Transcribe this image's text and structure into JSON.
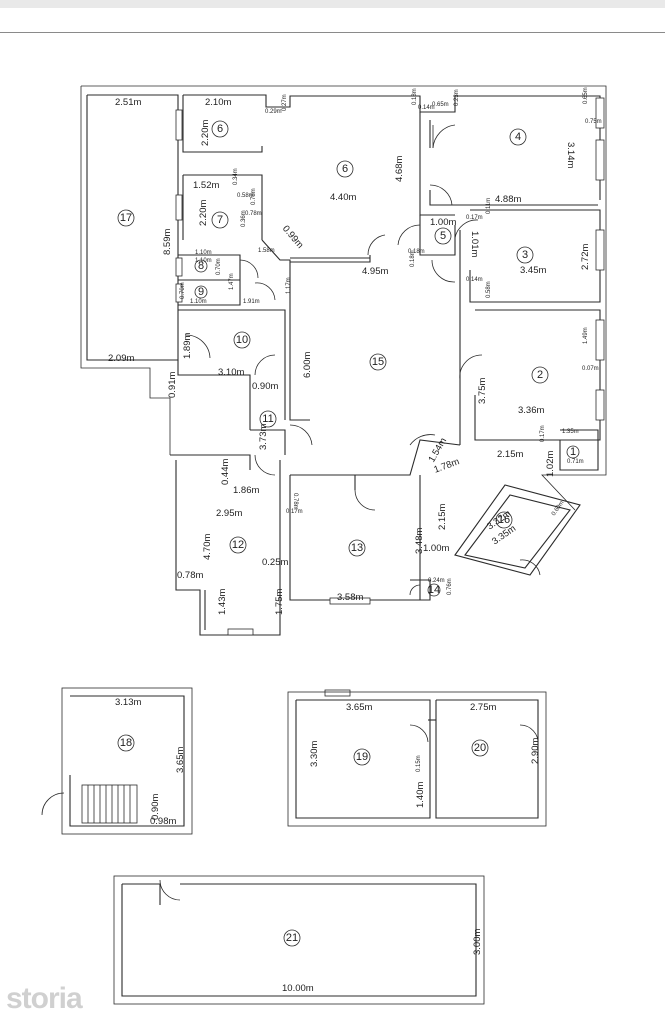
{
  "rooms": [
    {
      "id": "r1",
      "number": "1"
    },
    {
      "id": "r2",
      "number": "2"
    },
    {
      "id": "r3",
      "number": "3"
    },
    {
      "id": "r4",
      "number": "4"
    },
    {
      "id": "r5",
      "number": "5"
    },
    {
      "id": "r6a",
      "number": "6"
    },
    {
      "id": "r6b",
      "number": "6"
    },
    {
      "id": "r7",
      "number": "7"
    },
    {
      "id": "r8",
      "number": "8"
    },
    {
      "id": "r9",
      "number": "9"
    },
    {
      "id": "r10",
      "number": "10"
    },
    {
      "id": "r11",
      "number": "11"
    },
    {
      "id": "r12",
      "number": "12"
    },
    {
      "id": "r13",
      "number": "13"
    },
    {
      "id": "r14",
      "number": "14"
    },
    {
      "id": "r15",
      "number": "15"
    },
    {
      "id": "r16",
      "number": "16"
    },
    {
      "id": "r17",
      "number": "17"
    },
    {
      "id": "r18",
      "number": "18"
    },
    {
      "id": "r19",
      "number": "19"
    },
    {
      "id": "r20",
      "number": "20"
    },
    {
      "id": "r21",
      "number": "21"
    }
  ],
  "dimensions": [
    "2.51m",
    "2.10m",
    "0.29m",
    "0.27m",
    "0.18m",
    "0.14m",
    "0.65m",
    "0.23m",
    "0.65m",
    "0.75m",
    "3.14m",
    "2.20m",
    "1.52m",
    "0.34m",
    "0.58m",
    "0.78m",
    "0.36m",
    "0.78m",
    "4.40m",
    "4.68m",
    "4.88m",
    "1.00m",
    "0.17m",
    "0.11m",
    "1.01m",
    "0.99m",
    "1.58m",
    "8.59m",
    "2.20m",
    "1.10m",
    "1.10m",
    "0.70m",
    "1.47m",
    "0.18m",
    "0.18m",
    "4.95m",
    "3.45m",
    "2.72m",
    "0.14m",
    "0.58m",
    "0.70m",
    "1.10m",
    "1.91m",
    "1.17m",
    "1.49m",
    "0.07m",
    "1.89m",
    "2.09m",
    "3.10m",
    "0.90m",
    "6.00m",
    "3.75m",
    "3.36m",
    "1.35m",
    "0.17m",
    "0.71m",
    "1.54m",
    "0.91m",
    "3.73m",
    "1.78m",
    "2.15m",
    "1.02m",
    "0.44m",
    "1.86m",
    "0.78m",
    "0.17m",
    "3.32m",
    "0.60m",
    "2.95m",
    "2.15m",
    "3.35m",
    "3.48m",
    "4.70m",
    "1.00m",
    "0.25m",
    "0.78m",
    "1.43m",
    "1.75m",
    "3.58m",
    "0.24m",
    "0.76m",
    "3.13m",
    "3.65m",
    "0.90m",
    "0.98m",
    "3.65m",
    "2.75m",
    "3.30m",
    "0.15m",
    "2.90m",
    "1.40m",
    "3.00m",
    "10.00m"
  ],
  "watermark": "storia"
}
